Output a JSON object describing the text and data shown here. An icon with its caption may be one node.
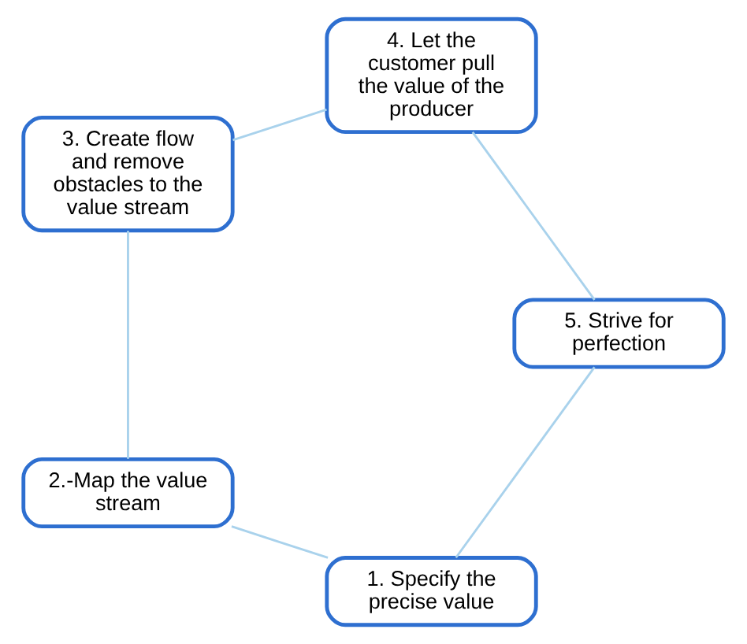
{
  "diagram": {
    "nodes": [
      {
        "text": [
          "1. Specify the precise value"
        ]
      },
      {
        "text": [
          "2.-Map the value stream"
        ]
      },
      {
        "text": [
          "3. Create flow and remove obstacles to the value stream"
        ]
      },
      {
        "text": [
          "4. Let the customer pull the value of the producer"
        ]
      },
      {
        "text": [
          "5. Strive for perfection"
        ]
      }
    ],
    "edges": [
      {
        "from": 0,
        "to": 1,
        "arrow": "none"
      },
      {
        "from": 1,
        "to": 2,
        "arrow": "none"
      },
      {
        "from": 2,
        "to": 3,
        "arrow": "none"
      },
      {
        "from": 3,
        "to": 4,
        "arrow": "none"
      },
      {
        "from": 4,
        "to": 0,
        "arrow": "none"
      }
    ]
  }
}
